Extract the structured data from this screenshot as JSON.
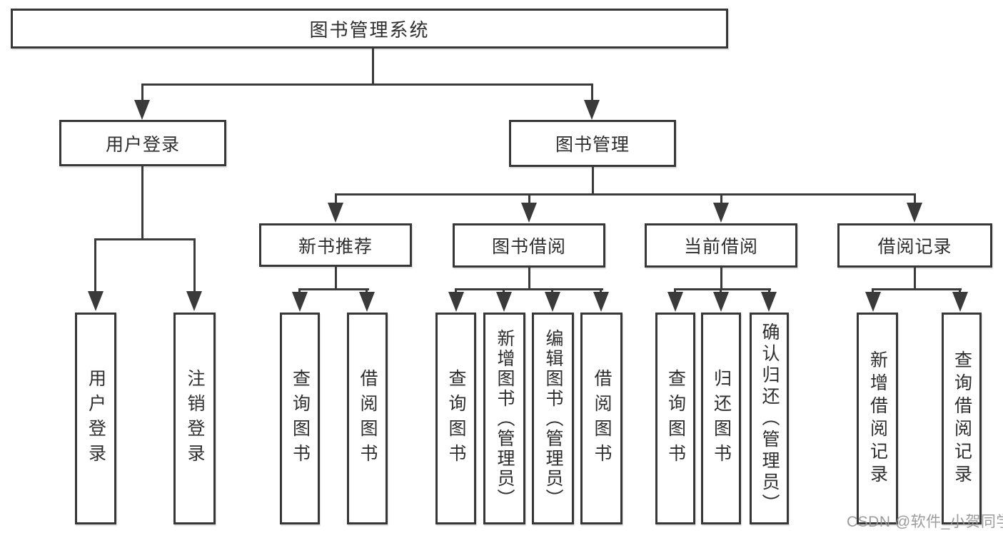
{
  "diagram": {
    "root": "图书管理系统",
    "level2": {
      "user_login": "用户登录",
      "book_management": "图书管理"
    },
    "level3": {
      "new_book_recommend": "新书推荐",
      "book_borrowing": "图书借阅",
      "current_borrowing": "当前借阅",
      "borrowing_records": "借阅记录"
    },
    "leaves": {
      "user_login": "用户登录",
      "logout_login": "注销登录",
      "rec_query_books": "查询图书",
      "rec_borrow_books": "借阅图书",
      "bb_query_books": "查询图书",
      "bb_add_books_admin": "新增图书（管理员）",
      "bb_edit_books_admin": "编辑图书（管理员）",
      "bb_borrow_books": "借阅图书",
      "cb_query_books": "查询图书",
      "cb_return_books": "归还图书",
      "cb_confirm_return_admin": "确认归还（管理员）",
      "br_add_record": "新增借阅记录",
      "br_query_record": "查询借阅记录"
    }
  },
  "watermark": "CSDN @软件_小贺同学",
  "colors": {
    "line": "#3a3a3a",
    "box_border": "#373737",
    "text": "#2e2e2e",
    "watermark": "#949494",
    "background": "#ffffff"
  }
}
